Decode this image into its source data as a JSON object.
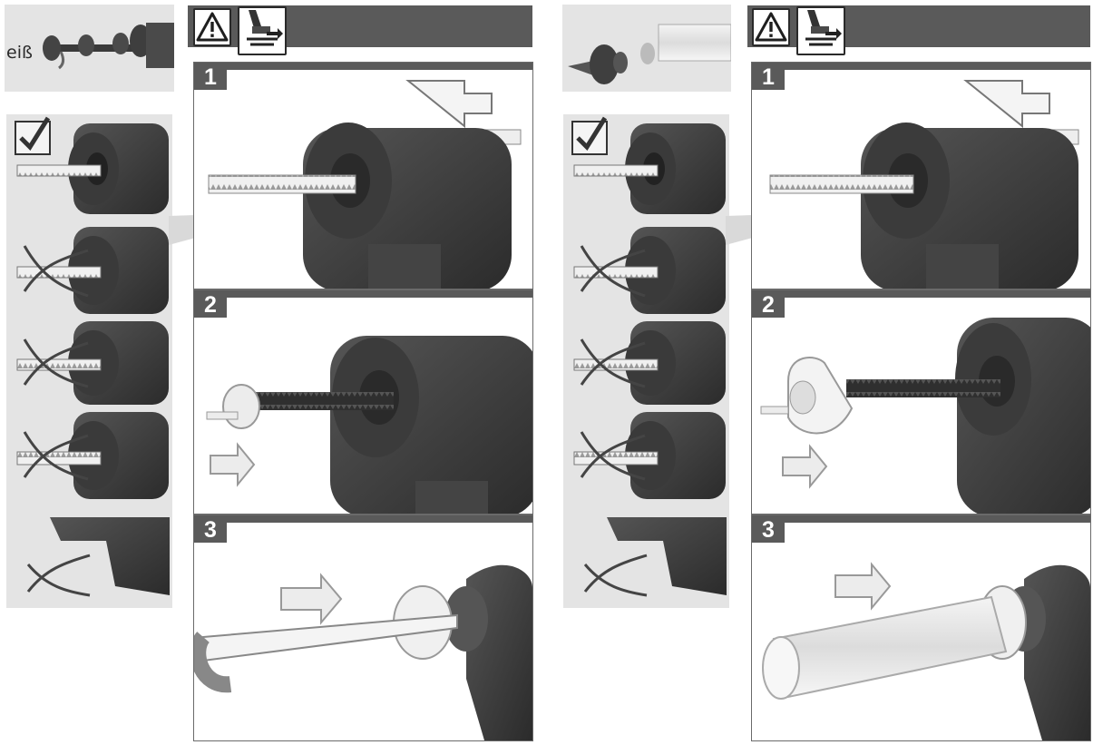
{
  "left_column": {
    "fragment_text": "eiß",
    "header_icons": [
      "warning-triangle-icon",
      "unlock-lever-icon"
    ],
    "check_icon": "checkbox-checked-icon",
    "steps": [
      {
        "number": "1"
      },
      {
        "number": "2"
      },
      {
        "number": "3"
      }
    ]
  },
  "right_column": {
    "header_icons": [
      "warning-triangle-icon",
      "unlock-lever-icon"
    ],
    "check_icon": "checkbox-checked-icon",
    "steps": [
      {
        "number": "1"
      },
      {
        "number": "2"
      },
      {
        "number": "3"
      }
    ]
  },
  "colors": {
    "header_bar": "#5a5a5a",
    "sidebar_gray": "#e4e4e4",
    "tool_dark": "#3a3a3a",
    "panel_border": "#6a6a6a"
  }
}
